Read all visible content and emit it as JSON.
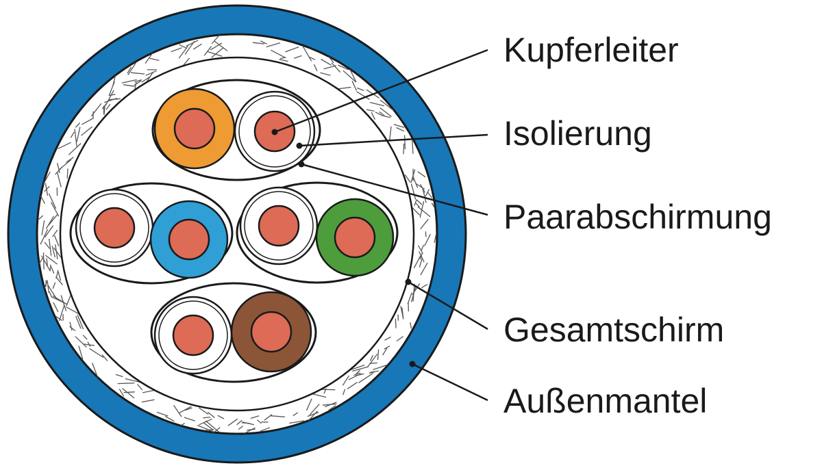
{
  "colors": {
    "jacket": "#1777b7",
    "outline": "#1a1a1a",
    "copper": "#dd6b55",
    "background": "#ffffff",
    "hatch": "#555555"
  },
  "icons": [
    "cable-cross-section-icon"
  ],
  "labels": {
    "conductor": "Kupferleiter",
    "insulation": "Isolierung",
    "pair_shield": "Paarabschirmung",
    "overall_shield": "Gesamtschirm",
    "outer_jacket": "Außenmantel"
  },
  "pairs": [
    {
      "colored_wire": "orange",
      "color": "#ee9b33"
    },
    {
      "colored_wire": "blue",
      "color": "#2f9fd6"
    },
    {
      "colored_wire": "green",
      "color": "#4d9d3d"
    },
    {
      "colored_wire": "brown",
      "color": "#8c5538"
    }
  ]
}
